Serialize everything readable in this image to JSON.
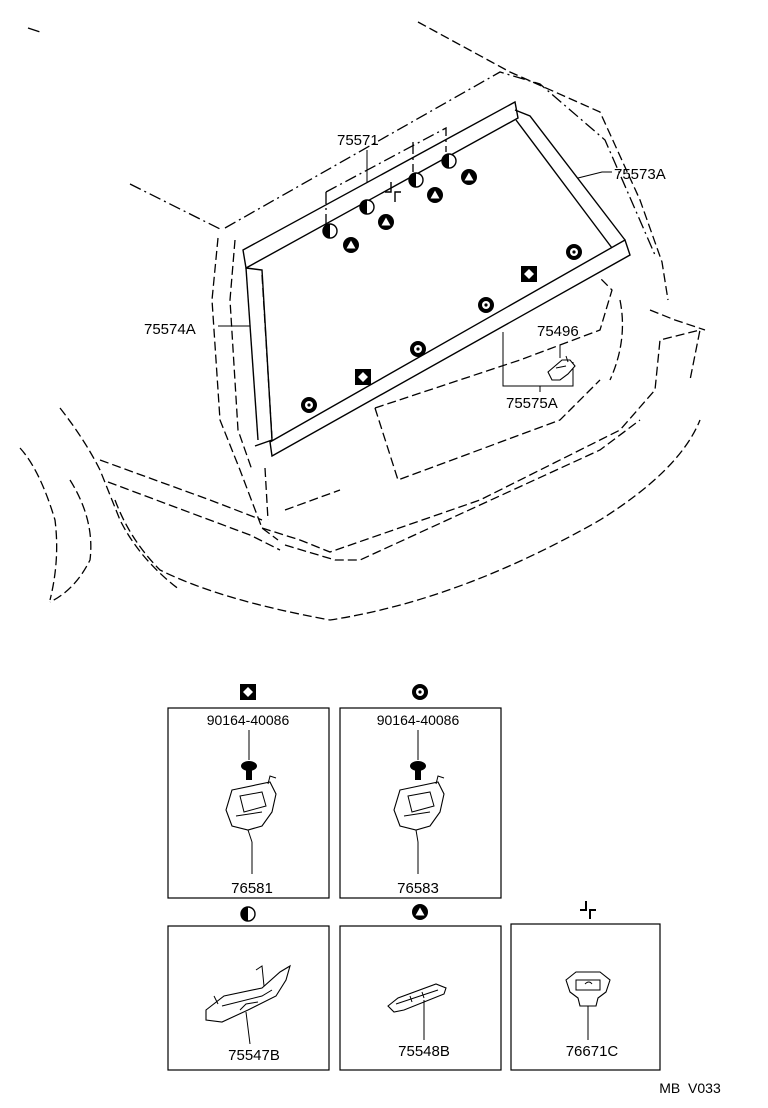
{
  "diagram": {
    "callouts": {
      "c75571": "75571",
      "c75573A": "75573A",
      "c75574A": "75574A",
      "c75496": "75496",
      "c75575A": "75575A"
    },
    "boxes": [
      {
        "id": "box-76581",
        "symbol": "diamond",
        "bolt": "90164-40086",
        "part": "76581"
      },
      {
        "id": "box-76583",
        "symbol": "ring",
        "bolt": "90164-40086",
        "part": "76583"
      },
      {
        "id": "box-75547B",
        "symbol": "half-circle",
        "part": "75547B"
      },
      {
        "id": "box-75548B",
        "symbol": "triangle-circle",
        "part": "75548B"
      },
      {
        "id": "box-76671C",
        "symbol": "pinwheel",
        "part": "76671C"
      }
    ],
    "footer_code": "MB  V033"
  }
}
